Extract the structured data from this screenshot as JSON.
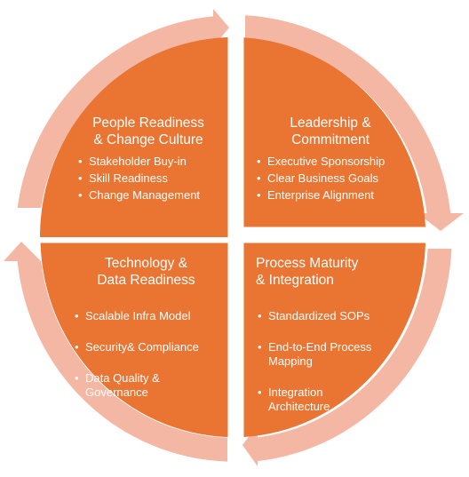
{
  "colors": {
    "quadrant_fill": "#ea7432",
    "arrow_ring": "#f4b7a4",
    "text": "#ffffff",
    "background": "#ffffff"
  },
  "quadrants": [
    {
      "id": "people",
      "title_lines": [
        "People Readiness",
        "& Change Culture"
      ],
      "bullets": [
        "Stakeholder Buy-in",
        "Skill Readiness",
        "Change Management"
      ]
    },
    {
      "id": "leadership",
      "title_lines": [
        "Leadership &",
        "Commitment"
      ],
      "bullets": [
        "Executive Sponsorship",
        "Clear Business Goals",
        "Enterprise Alignment"
      ]
    },
    {
      "id": "technology",
      "title_lines": [
        "Technology &",
        "Data Readiness"
      ],
      "bullets": [
        "Scalable Infra Model",
        "Security& Compliance",
        "Data Quality &\nGovernance"
      ]
    },
    {
      "id": "process",
      "title_lines": [
        "Process Maturity",
        "& Integration"
      ],
      "bullets": [
        "Standardized SOPs",
        "End-to-End Process\nMapping",
        "Integration\nArchitecture"
      ]
    }
  ]
}
